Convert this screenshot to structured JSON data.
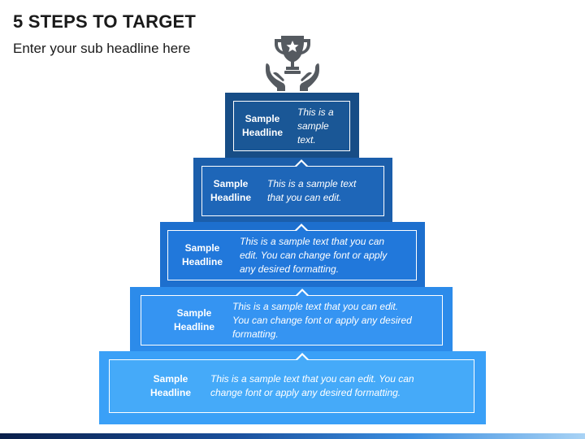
{
  "title": "5 STEPS TO TARGET",
  "subtitle": "Enter your sub headline here",
  "icon": "trophy-in-hands-icon",
  "colors": {
    "step1_outer": "#174d86",
    "step1_inner": "#1a5796",
    "step2_outer": "#1b5eab",
    "step2_inner": "#1e66b8",
    "step3_outer": "#1d6fce",
    "step3_inner": "#2178db",
    "step4_outer": "#2c8bea",
    "step4_inner": "#3594f2",
    "step5_outer": "#3aa0f7",
    "step5_inner": "#45aaf9"
  },
  "steps": [
    {
      "headline": "Sample Headline",
      "text": "This is a sample text."
    },
    {
      "headline": "Sample Headline",
      "text": "This is a sample text that you can edit."
    },
    {
      "headline": "Sample Headline",
      "text": "This is a sample text that you can edit. You can change font or apply any desired formatting."
    },
    {
      "headline": "Sample Headline",
      "text": "This is a sample text that you can edit. You can change font or apply any desired formatting."
    },
    {
      "headline": "Sample Headline",
      "text": "This is a sample text that you can edit. You can change font or apply any desired formatting."
    }
  ]
}
